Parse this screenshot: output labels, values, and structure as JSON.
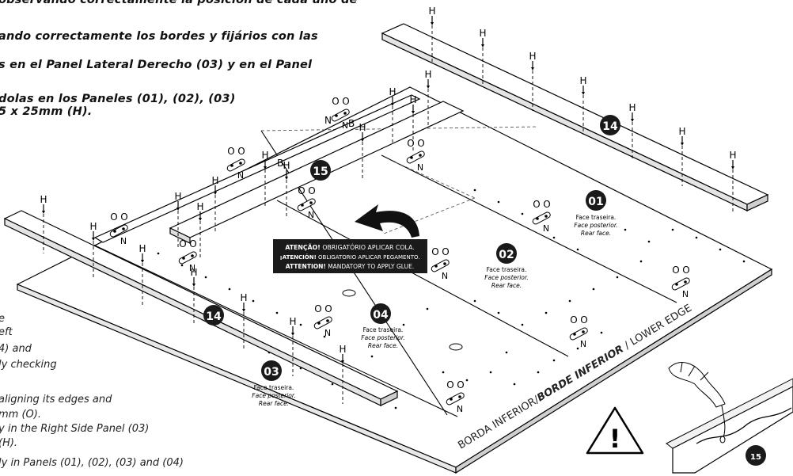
{
  "instructions_es": [
    "observando correctamente la posición de cada uno de",
    "ando correctamente los bordes y fijários con las",
    "s en el Panel Lateral Derecho (03) y en el Panel",
    "dolas en los Paneles (01), (02), (03)",
    "5 x 25mm (H)."
  ],
  "instructions_en": [
    "e",
    "eft",
    "4) and",
    "ly checking",
    "aligning its edges and",
    "mm (O).",
    "y in the Right Side Panel (03)",
    "(H).",
    "ly in Panels (01), (02), (03) and (04)"
  ],
  "parts": {
    "p01": "01",
    "p02": "02",
    "p03": "03",
    "p04": "04",
    "p14": "14",
    "p15": "15"
  },
  "rear_face_label": [
    "Face traseira.",
    "Face posterior.",
    "Rear face."
  ],
  "glue_warning": [
    {
      "bold": "ATENÇÃO!",
      "text": " OBRIGATÓRIO APLICAR COLA."
    },
    {
      "bold": "¡ATENCIÓN!",
      "text": " OBLIGATORIO APLICAR PEGAMENTO."
    },
    {
      "bold": "ATTENTION!",
      "text": " MANDATORY TO APPLY GLUE."
    }
  ],
  "edge_label": {
    "pt": "BORDA INFERIOR",
    "sep1": "/",
    "es": "BORDE INFERIOR",
    "sep2": " / ",
    "en": "LOWER EDGE"
  },
  "hardware": {
    "screw": "H",
    "dowel": "O",
    "nail": "N",
    "b": "B"
  },
  "warning_symbol": "!"
}
